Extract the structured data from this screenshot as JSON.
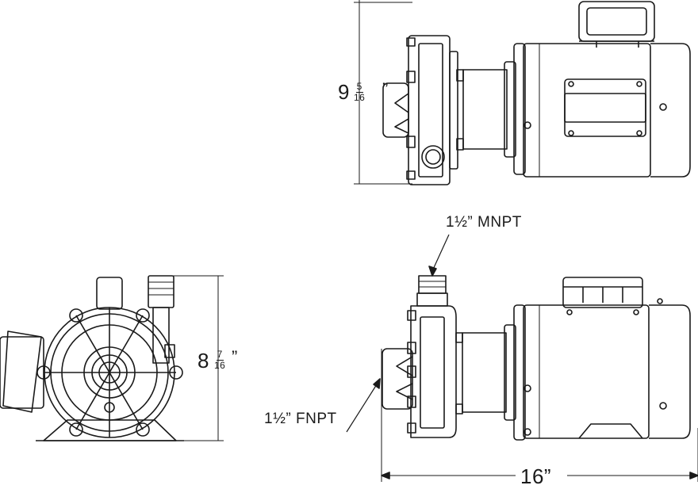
{
  "dimensions": {
    "height_top": {
      "whole": "9",
      "num": "5",
      "den": "16",
      "unit": "”"
    },
    "height_side": {
      "whole": "8",
      "num": "7",
      "den": "16",
      "unit": "”"
    },
    "length": {
      "value": "16",
      "unit": "”"
    }
  },
  "callouts": {
    "outlet": "1½” MNPT",
    "inlet": "1½” FNPT"
  },
  "colors": {
    "line": "#1a1a1a",
    "fill": "#ffffff"
  }
}
